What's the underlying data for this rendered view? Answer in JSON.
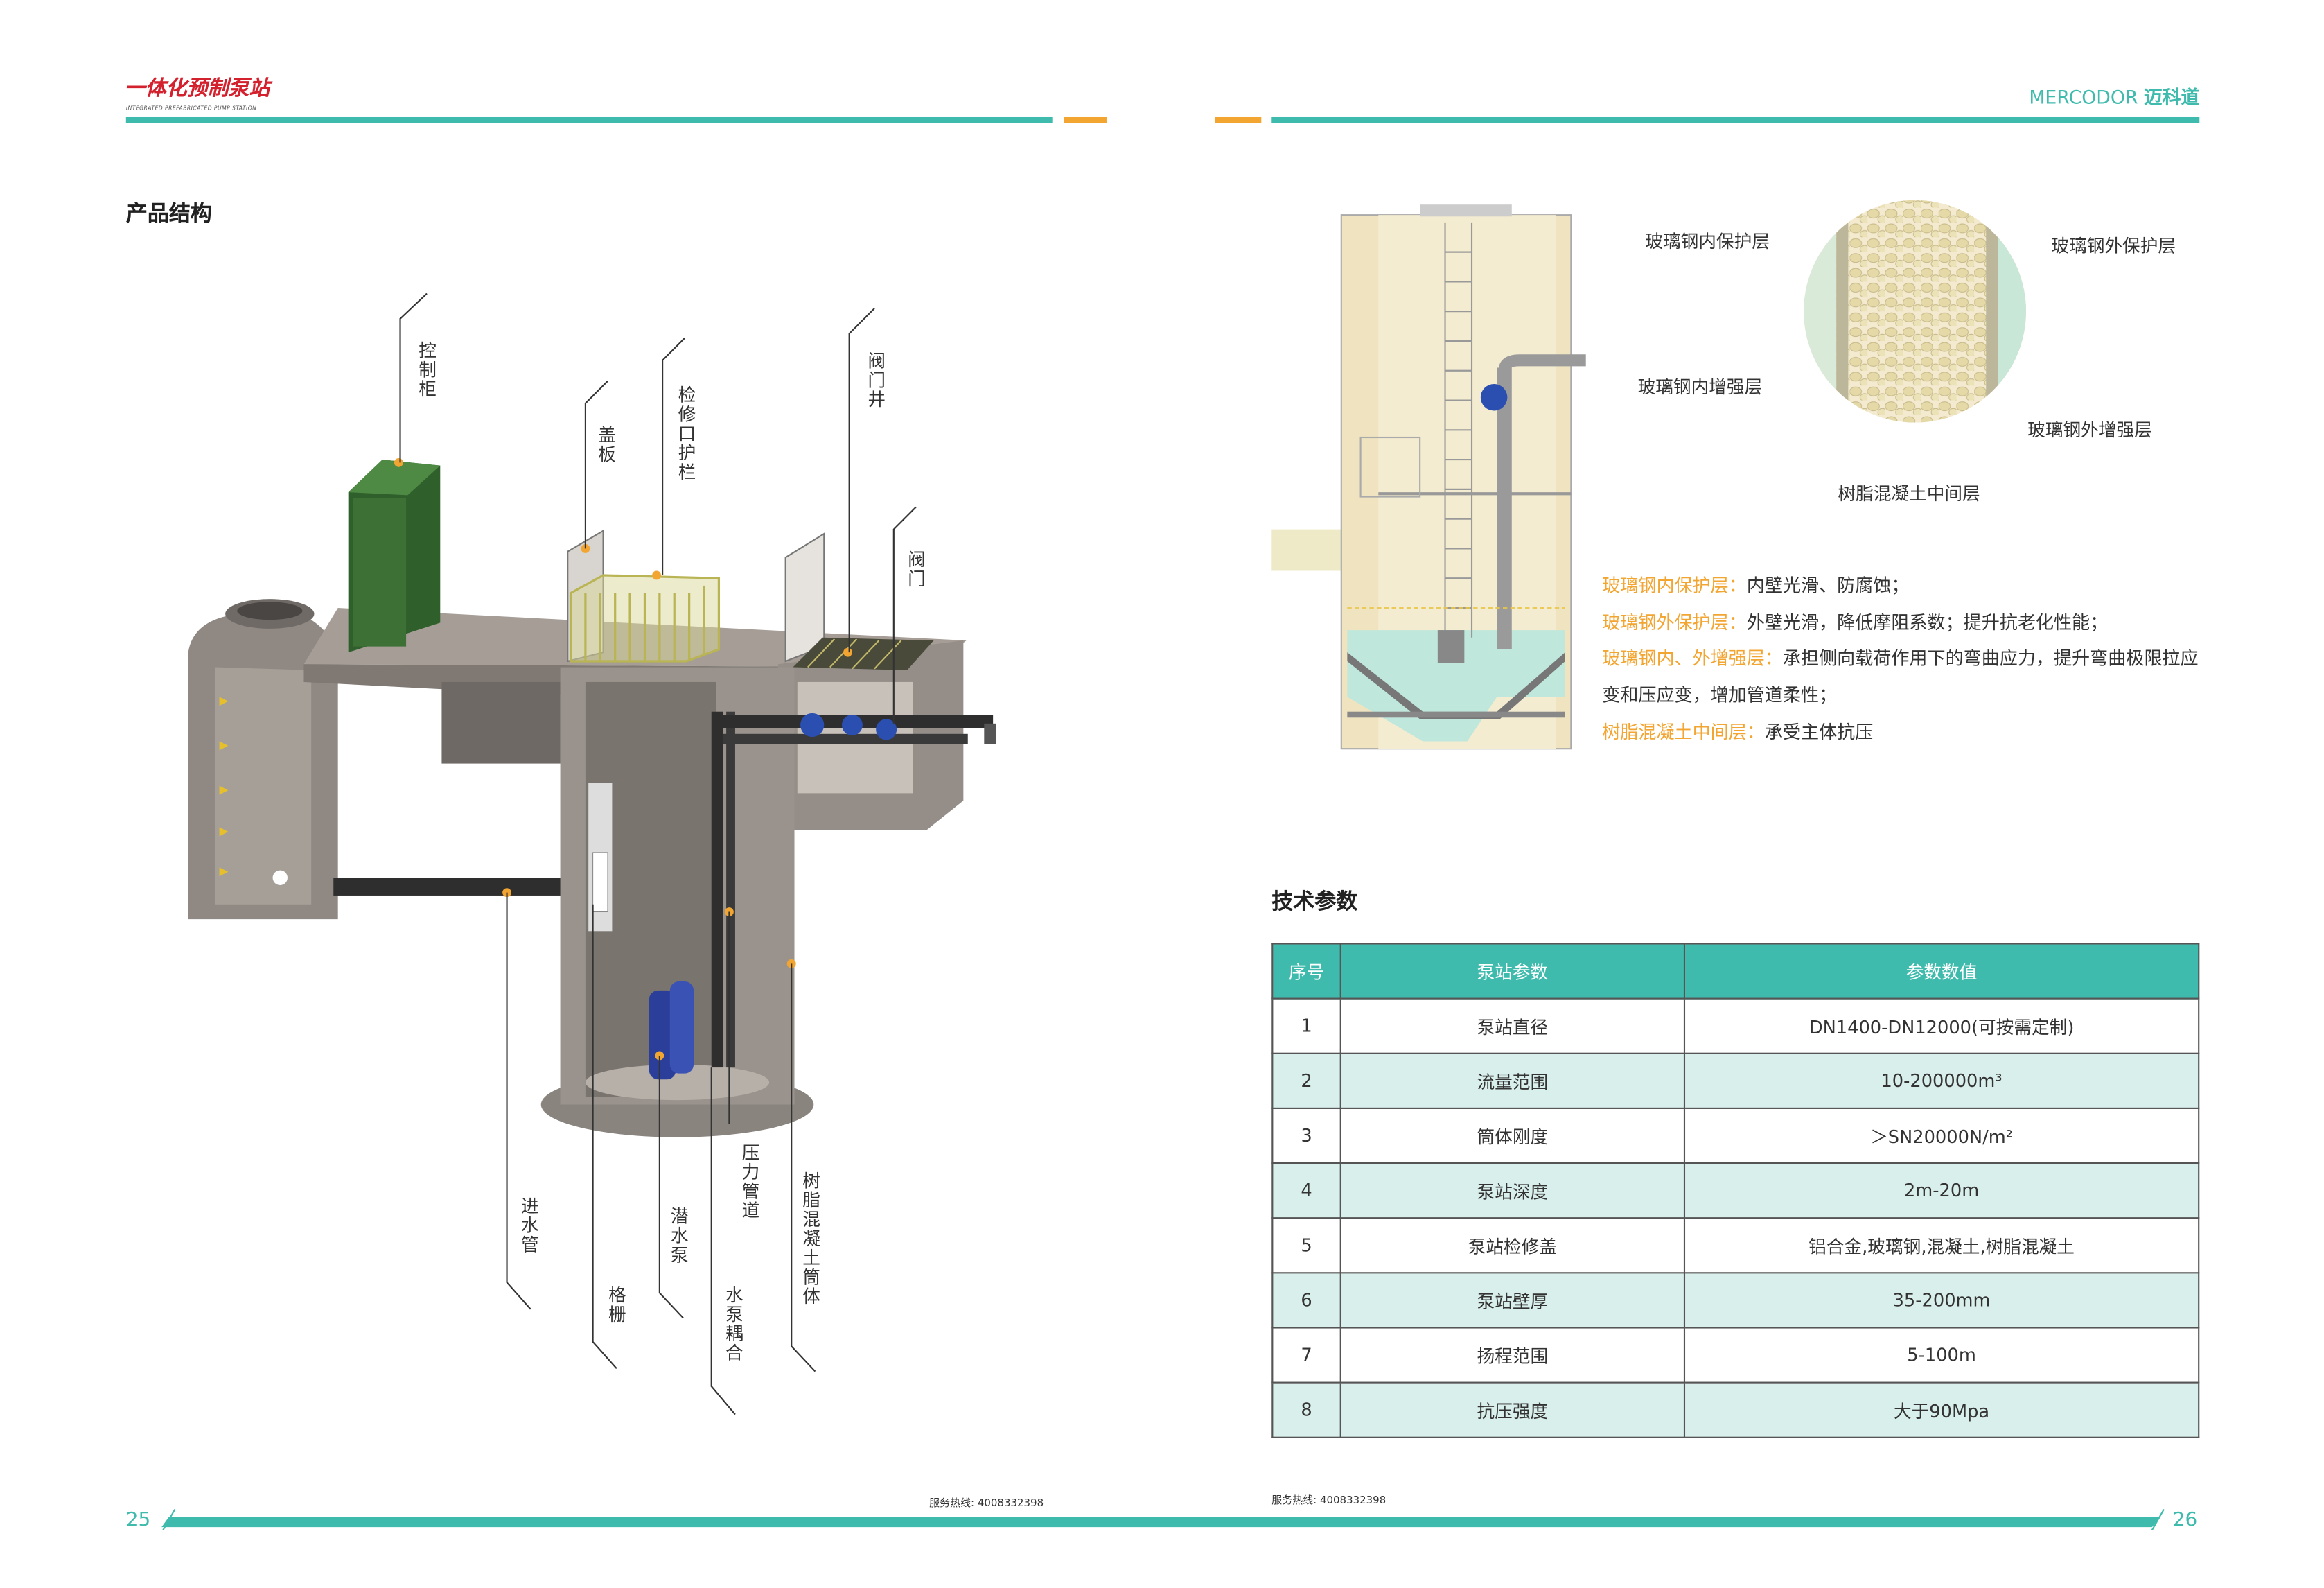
{
  "header": {
    "logo_cn": "一体化预制泵站",
    "logo_en": "INTEGRATED PREFABRICATED PUMP STATION",
    "brand_en": "MERCODOR",
    "brand_cn": "迈科道"
  },
  "left": {
    "section_title": "产品结构",
    "labels": {
      "control_cabinet": "控制柜",
      "cover_plate": "盖板",
      "guardrail": "检修口护栏",
      "valve_well": "阀门井",
      "valve": "阀门",
      "inlet_pipe": "进水管",
      "grille": "格栅",
      "submersible_pump": "潜水泵",
      "pressure_pipe": "压力管道",
      "pump_coupling": "水泵耦合",
      "resin_concrete_body": "树脂混凝土筒体"
    }
  },
  "right": {
    "layers": {
      "inner_protect": "玻璃钢内保护层",
      "outer_protect": "玻璃钢外保护层",
      "inner_reinforce": "玻璃钢内增强层",
      "outer_reinforce": "玻璃钢外增强层",
      "middle": "树脂混凝土中间层"
    },
    "desc": [
      {
        "key": "玻璃钢内保护层：",
        "text": "内壁光滑、防腐蚀；"
      },
      {
        "key": "玻璃钢外保护层：",
        "text": "外壁光滑，降低摩阻系数；提升抗老化性能；"
      },
      {
        "key": "玻璃钢内、外增强层：",
        "text": "承担侧向载荷作用下的弯曲应力，提升弯曲极限拉应变和压应变，增加管道柔性；"
      },
      {
        "key": "树脂混凝土中间层：",
        "text": "承受主体抗压"
      }
    ],
    "section_title": "技术参数",
    "table": {
      "headers": [
        "序号",
        "泵站参数",
        "参数数值"
      ],
      "rows": [
        [
          "1",
          "泵站直径",
          "DN1400-DN12000(可按需定制)"
        ],
        [
          "2",
          "流量范围",
          "10-200000m³"
        ],
        [
          "3",
          "筒体刚度",
          "＞SN20000N/m²"
        ],
        [
          "4",
          "泵站深度",
          "2m-20m"
        ],
        [
          "5",
          "泵站检修盖",
          "铝合金,玻璃钢,混凝土,树脂混凝土"
        ],
        [
          "6",
          "泵站壁厚",
          "35-200mm"
        ],
        [
          "7",
          "扬程范围",
          "5-100m"
        ],
        [
          "8",
          "抗压强度",
          "大于90Mpa"
        ]
      ]
    }
  },
  "footer": {
    "hotline_left": "服务热线: 4008332398",
    "hotline_right": "服务热线: 4008332398",
    "page_left": "25",
    "page_right": "26"
  },
  "colors": {
    "teal": "#3fbbad",
    "orange": "#f2a531",
    "logo_red": "#d3222e"
  }
}
